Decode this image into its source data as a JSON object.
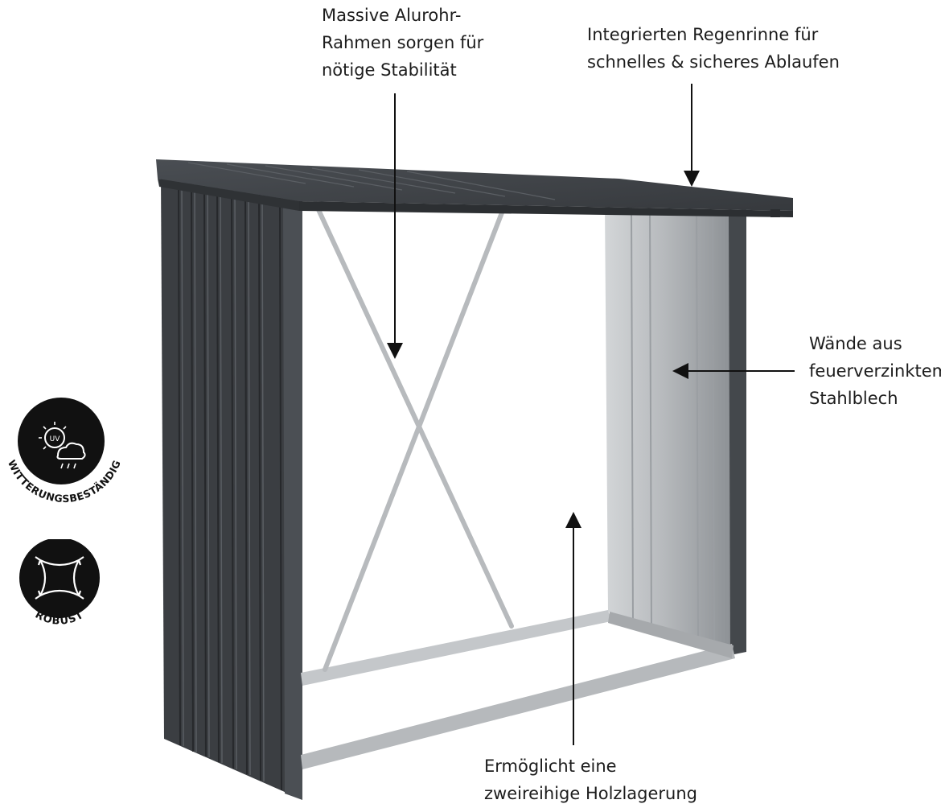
{
  "annotations": {
    "frame": {
      "lines": [
        "Massive Alurohr-",
        "Rahmen sorgen für",
        "nötige Stabilität"
      ]
    },
    "gutter": {
      "lines": [
        "Integrierten Regenrinne für",
        "schnelles & sicheres Ablaufen"
      ]
    },
    "walls": {
      "lines": [
        "Wände aus",
        "feuerverzinktem",
        "Stahlblech"
      ]
    },
    "storage": {
      "lines": [
        "Ermöglicht eine",
        "zweireihige Holzlagerung"
      ]
    }
  },
  "badges": [
    {
      "icon": "uv-weather-icon",
      "caption": "WITTERUNGSBESTÄNDIG",
      "inner_text": "UV"
    },
    {
      "icon": "robust-frame-icon",
      "caption": "ROBUST"
    }
  ],
  "colors": {
    "shed_dark": "#3d4044",
    "shed_mid": "#4d5156",
    "galvanized": "#b9bcbf",
    "badge": "#111111"
  }
}
